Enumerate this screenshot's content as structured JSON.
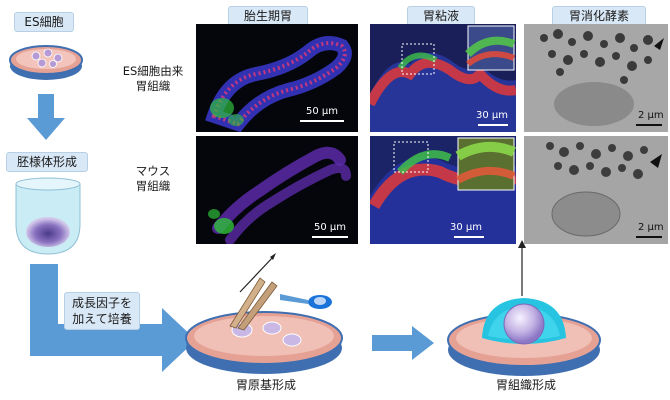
{
  "left": {
    "es_cell": "ES細胞",
    "embryoid": "胚様体形成",
    "growth_factor_line1": "成長因子を",
    "growth_factor_line2": "加えて培養"
  },
  "bottom": {
    "primordium": "胃原基形成",
    "tissue": "胃組織形成"
  },
  "columns": {
    "fetal_stomach": "胎生期胃",
    "mucus": "胃粘液",
    "digestive_enzyme": "胃消化酵素"
  },
  "rows": {
    "es_derived_line1": "ES細胞由来",
    "es_derived_line2": "胃組織",
    "mouse_line1": "マウス",
    "mouse_line2": "胃組織"
  },
  "scales": {
    "s1": "50 µm",
    "s2": "30 µm",
    "s3": "2 µm",
    "s4": "50 µm",
    "s5": "30 µm",
    "s6": "2 µm"
  },
  "colors": {
    "arrow": "#5b9bd5",
    "pill": "#d9e8f6",
    "dish_rim": "#4a7fc1",
    "dish_fill": "#e8a49a"
  }
}
